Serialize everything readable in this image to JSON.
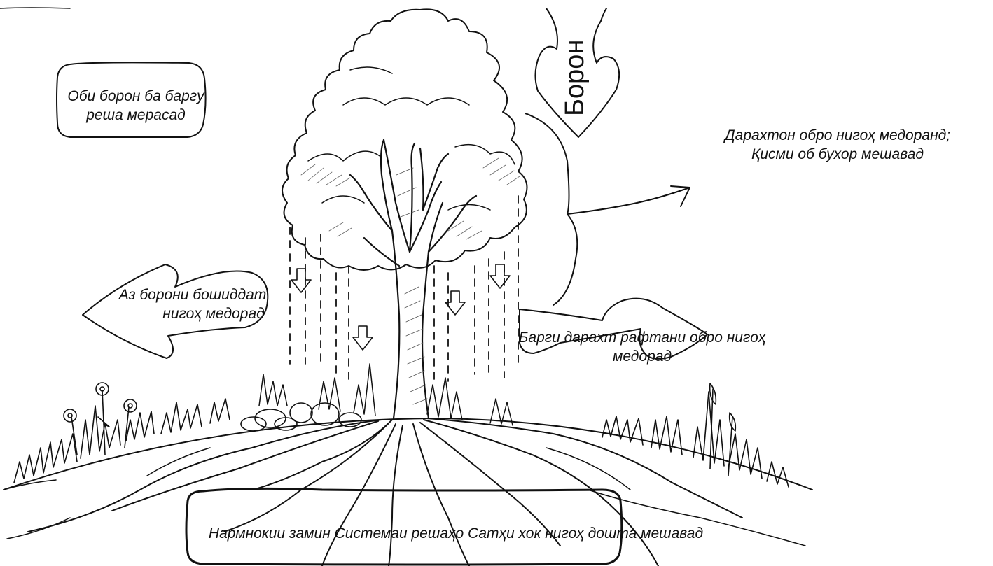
{
  "labels": {
    "leaves_reach": [
      "Оби борон ба баргу",
      "реша мерасад"
    ],
    "rain": "Борон",
    "trees_hold": [
      "Дарахтон обро нигоҳ медоранд;",
      "Қисми об бухор мешавад"
    ],
    "heavy_rain": [
      "Аз борони бошиддат",
      "нигоҳ медорад"
    ],
    "fallen_leaves": [
      "Барги дарахт рафтани обро нигоҳ",
      "медорад"
    ],
    "ground": "Нармнокии замин  Системаи решаҳо Сатҳи хок нигоҳ дошта мешавад"
  }
}
